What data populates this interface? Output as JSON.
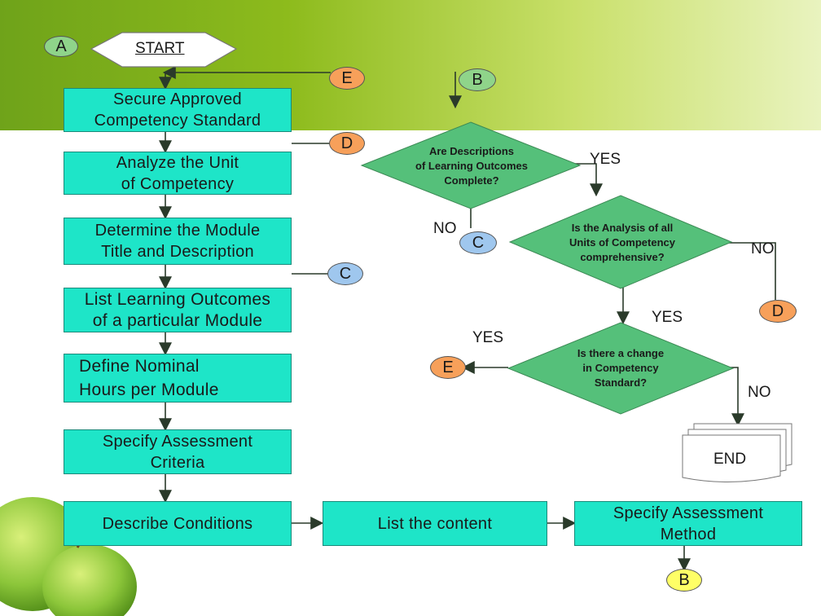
{
  "connectors": {
    "a": "A",
    "b_top": "B",
    "b_bottom": "B",
    "c_left": "C",
    "c_right": "C",
    "d_left": "D",
    "d_right": "D",
    "e_top": "E",
    "e_bottom": "E"
  },
  "start_label": "START",
  "end_label": "END",
  "steps": {
    "secure": "Secure Approved\nCompetency Standard",
    "analyze": "Analyze the Unit\nof Competency",
    "determine": "Determine the Module\nTitle and Description",
    "list_outcomes": "List Learning Outcomes\nof a particular Module",
    "nominal": "Define Nominal\nHours per Module",
    "assessment_criteria": "Specify Assessment\nCriteria",
    "conditions": "Describe Conditions",
    "content": "List the content",
    "assessment_method": "Specify Assessment\nMethod"
  },
  "decisions": {
    "descriptions": "Are Descriptions\nof Learning Outcomes\nComplete?",
    "analysis": "Is the Analysis of all\nUnits of Competency\ncomprehensive?",
    "change": "Is there a change\nin Competency\nStandard?"
  },
  "labels": {
    "yes1": "YES",
    "no1": "NO",
    "no2": "NO",
    "yes2": "YES",
    "yes3": "YES",
    "no3": "NO"
  },
  "colors": {
    "process_box": "#1ee5c8",
    "decision": "#55c07a",
    "connector_orange": "#f7a05a",
    "connector_blue": "#9fc7ee",
    "connector_green": "#8fd48a",
    "connector_yellow": "#ffff66",
    "arrow": "#2a3a2a"
  }
}
